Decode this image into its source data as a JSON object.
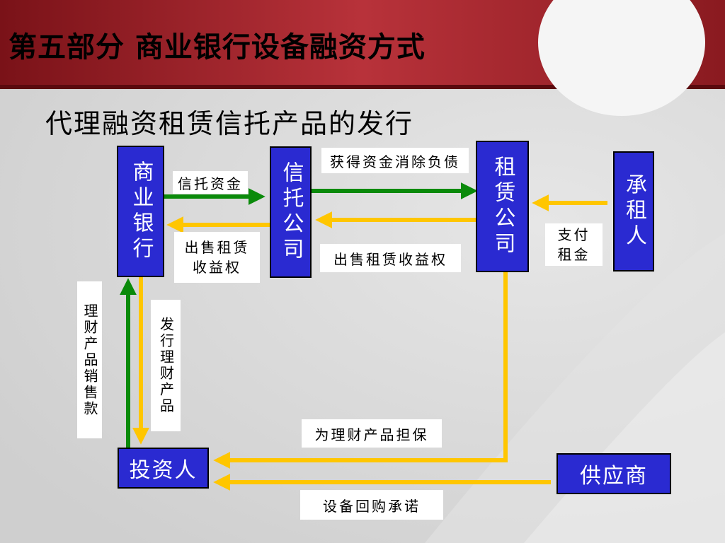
{
  "header": {
    "title": "第五部分  商业银行设备融资方式"
  },
  "subtitle": "代理融资租赁信托产品的发行",
  "nodes": {
    "bank": "商业银行",
    "trust": "信托公司",
    "leasing": "租赁公司",
    "lessee": "承租人",
    "investor": "投资人",
    "supplier": "供应商"
  },
  "labels": {
    "trust_funds": "信托资金",
    "get_funds": "获得资金消除负债",
    "sell_rights_1": "出售租赁\n收益权",
    "sell_rights_2": "出售租赁收益权",
    "pay_rent": "支付\n租金",
    "product_sales": "理财产品销售款",
    "issue_product": "发行理财产品",
    "guarantee": "为理财产品担保",
    "buyback": "设备回购承诺"
  },
  "colors": {
    "header_red": "#a8282e",
    "node_blue": "#2a2ad1",
    "arrow_green": "#0a8a0a",
    "arrow_yellow": "#ffc600"
  }
}
